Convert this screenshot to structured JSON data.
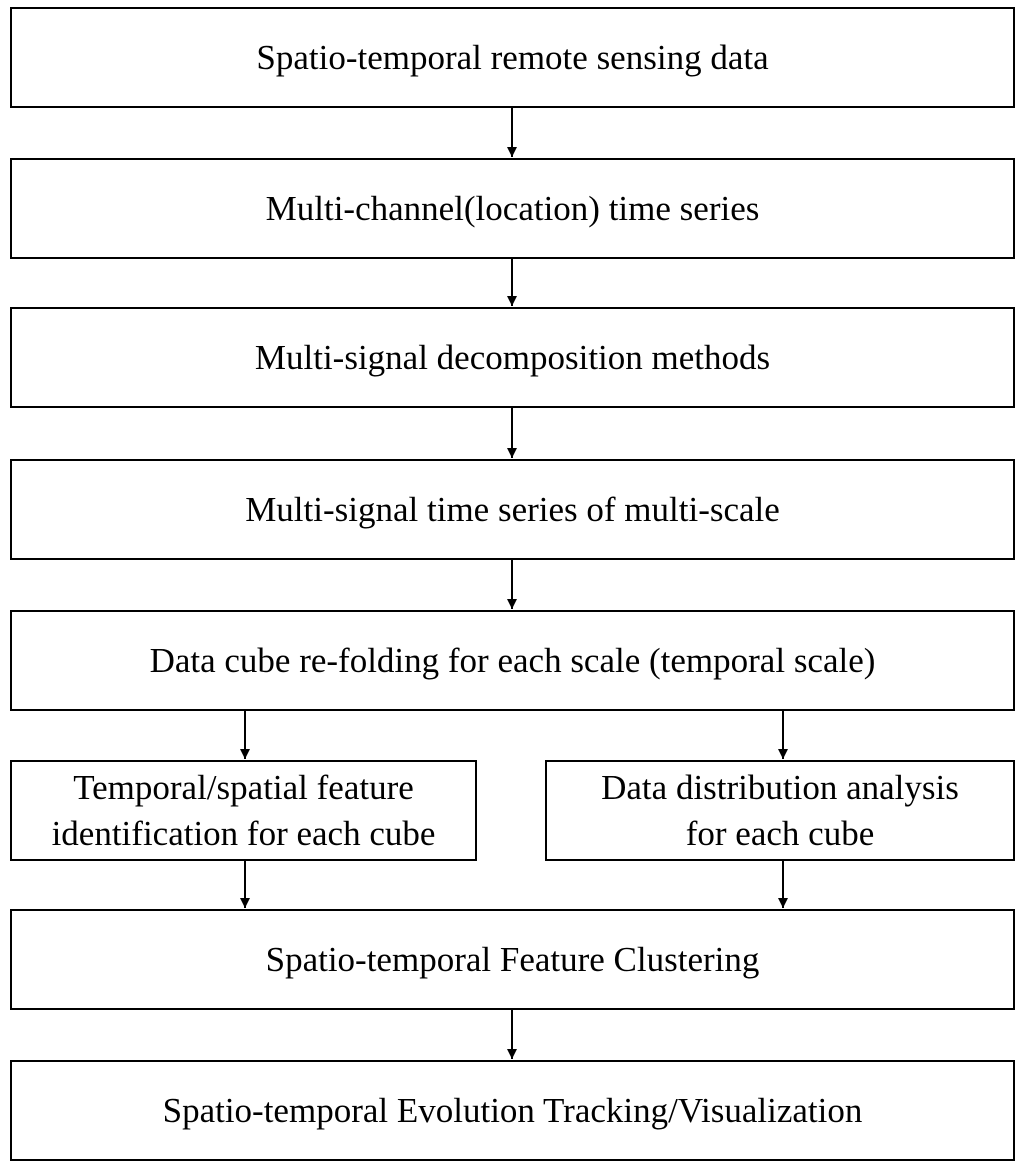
{
  "diagram": {
    "steps": [
      {
        "id": "step1",
        "label": "Spatio-temporal remote sensing data"
      },
      {
        "id": "step2",
        "label": "Multi-channel(location) time series"
      },
      {
        "id": "step3",
        "label": "Multi-signal decomposition methods"
      },
      {
        "id": "step4",
        "label": "Multi-signal time series of multi-scale"
      },
      {
        "id": "step5",
        "label": "Data cube re-folding for each scale (temporal scale)"
      },
      {
        "id": "step6a",
        "label": "Temporal/spatial feature\nidentification for each cube"
      },
      {
        "id": "step6b",
        "label": "Data distribution analysis\nfor each cube"
      },
      {
        "id": "step7",
        "label": "Spatio-temporal Feature Clustering"
      },
      {
        "id": "step8",
        "label": "Spatio-temporal Evolution Tracking/Visualization"
      }
    ],
    "edges": [
      {
        "from": "step1",
        "to": "step2"
      },
      {
        "from": "step2",
        "to": "step3"
      },
      {
        "from": "step3",
        "to": "step4"
      },
      {
        "from": "step4",
        "to": "step5"
      },
      {
        "from": "step5",
        "to": "step6a"
      },
      {
        "from": "step5",
        "to": "step6b"
      },
      {
        "from": "step6a",
        "to": "step7"
      },
      {
        "from": "step6b",
        "to": "step7"
      },
      {
        "from": "step7",
        "to": "step8"
      }
    ]
  }
}
